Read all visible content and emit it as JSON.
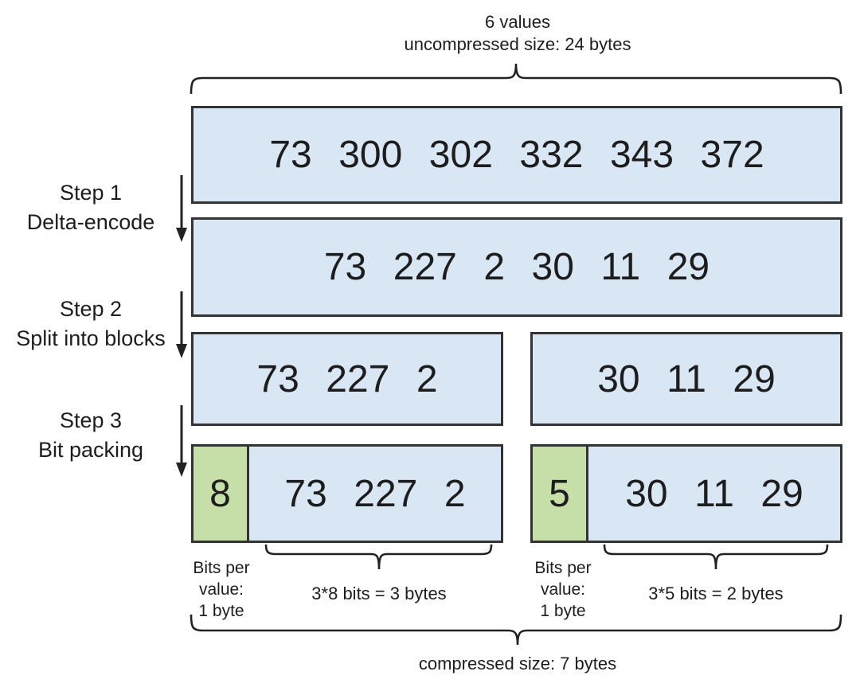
{
  "top_label": {
    "lines": [
      "6 values",
      "uncompressed size: 24 bytes"
    ]
  },
  "steps": [
    {
      "lines": [
        "Step 1",
        "Delta-encode"
      ]
    },
    {
      "lines": [
        "Step 2",
        "Split into blocks"
      ]
    },
    {
      "lines": [
        "Step 3",
        "Bit packing"
      ]
    }
  ],
  "boxes": {
    "original": {
      "values": "73 300 302 332 343 372"
    },
    "delta": {
      "values": "73 227 2 30 11 29"
    },
    "block1": {
      "values": "73 227 2"
    },
    "block2": {
      "values": "30 11 29"
    },
    "packed1": {
      "bits_per_value": "8",
      "values": "73 227 2"
    },
    "packed2": {
      "bits_per_value": "5",
      "values": "30 11 29"
    }
  },
  "annotations": {
    "bits_label1": {
      "lines": [
        "Bits per",
        "value:",
        "1 byte"
      ]
    },
    "bits_label2": {
      "lines": [
        "Bits per",
        "value:",
        "1 byte"
      ]
    },
    "size_label1": "3*8 bits = 3 bytes",
    "size_label2": "3*5 bits = 2 bytes",
    "compressed": "compressed size: 7 bytes"
  },
  "colors": {
    "box_fill": "#d9e7f5",
    "green_fill": "#c6dfa9",
    "border": "#333333",
    "stroke": "#222222",
    "text": "#1d1d1d"
  }
}
